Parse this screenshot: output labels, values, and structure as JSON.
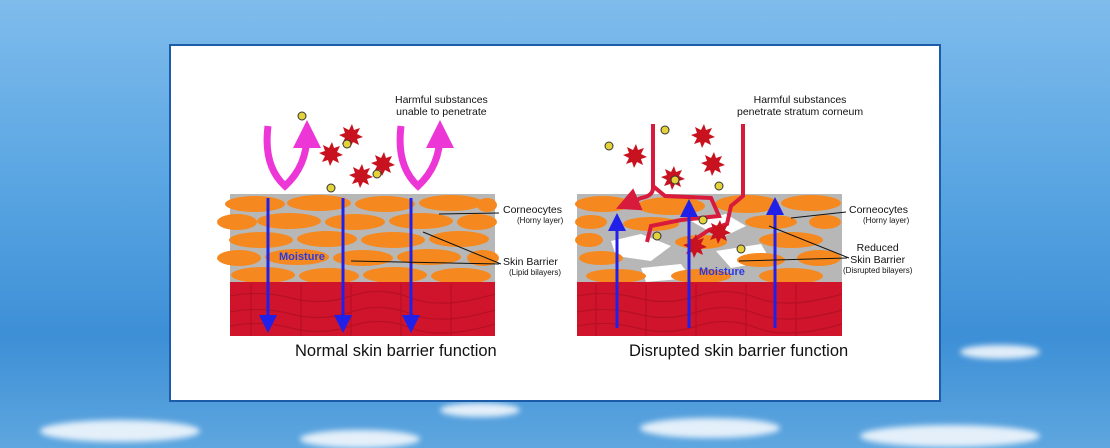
{
  "left_panel": {
    "top_label_line1": "Harmful substances",
    "top_label_line2": "unable to penetrate",
    "corneocytes": "Corneocytes",
    "corneocytes_sub": "(Horny layer)",
    "barrier": "Skin Barrier",
    "barrier_sub": "(Lipid bilayers)",
    "moisture": "Moisture",
    "caption": "Normal skin barrier function"
  },
  "right_panel": {
    "top_label_line1": "Harmful substances",
    "top_label_line2": "penetrate stratum corneum",
    "corneocytes": "Corneocytes",
    "corneocytes_sub": "(Horny layer)",
    "barrier_line1": "Reduced",
    "barrier_line2": "Skin Barrier",
    "barrier_sub": "(Disrupted bilayers)",
    "moisture": "Moisture",
    "caption": "Disrupted skin barrier function"
  },
  "colors": {
    "corneocyte": "#f5891f",
    "lipid": "#b7b7b7",
    "dermis": "#d0142c",
    "arrow_moisture": "#2020e8",
    "arrow_reflect": "#d633c8",
    "pathway": "#d81b3c"
  }
}
